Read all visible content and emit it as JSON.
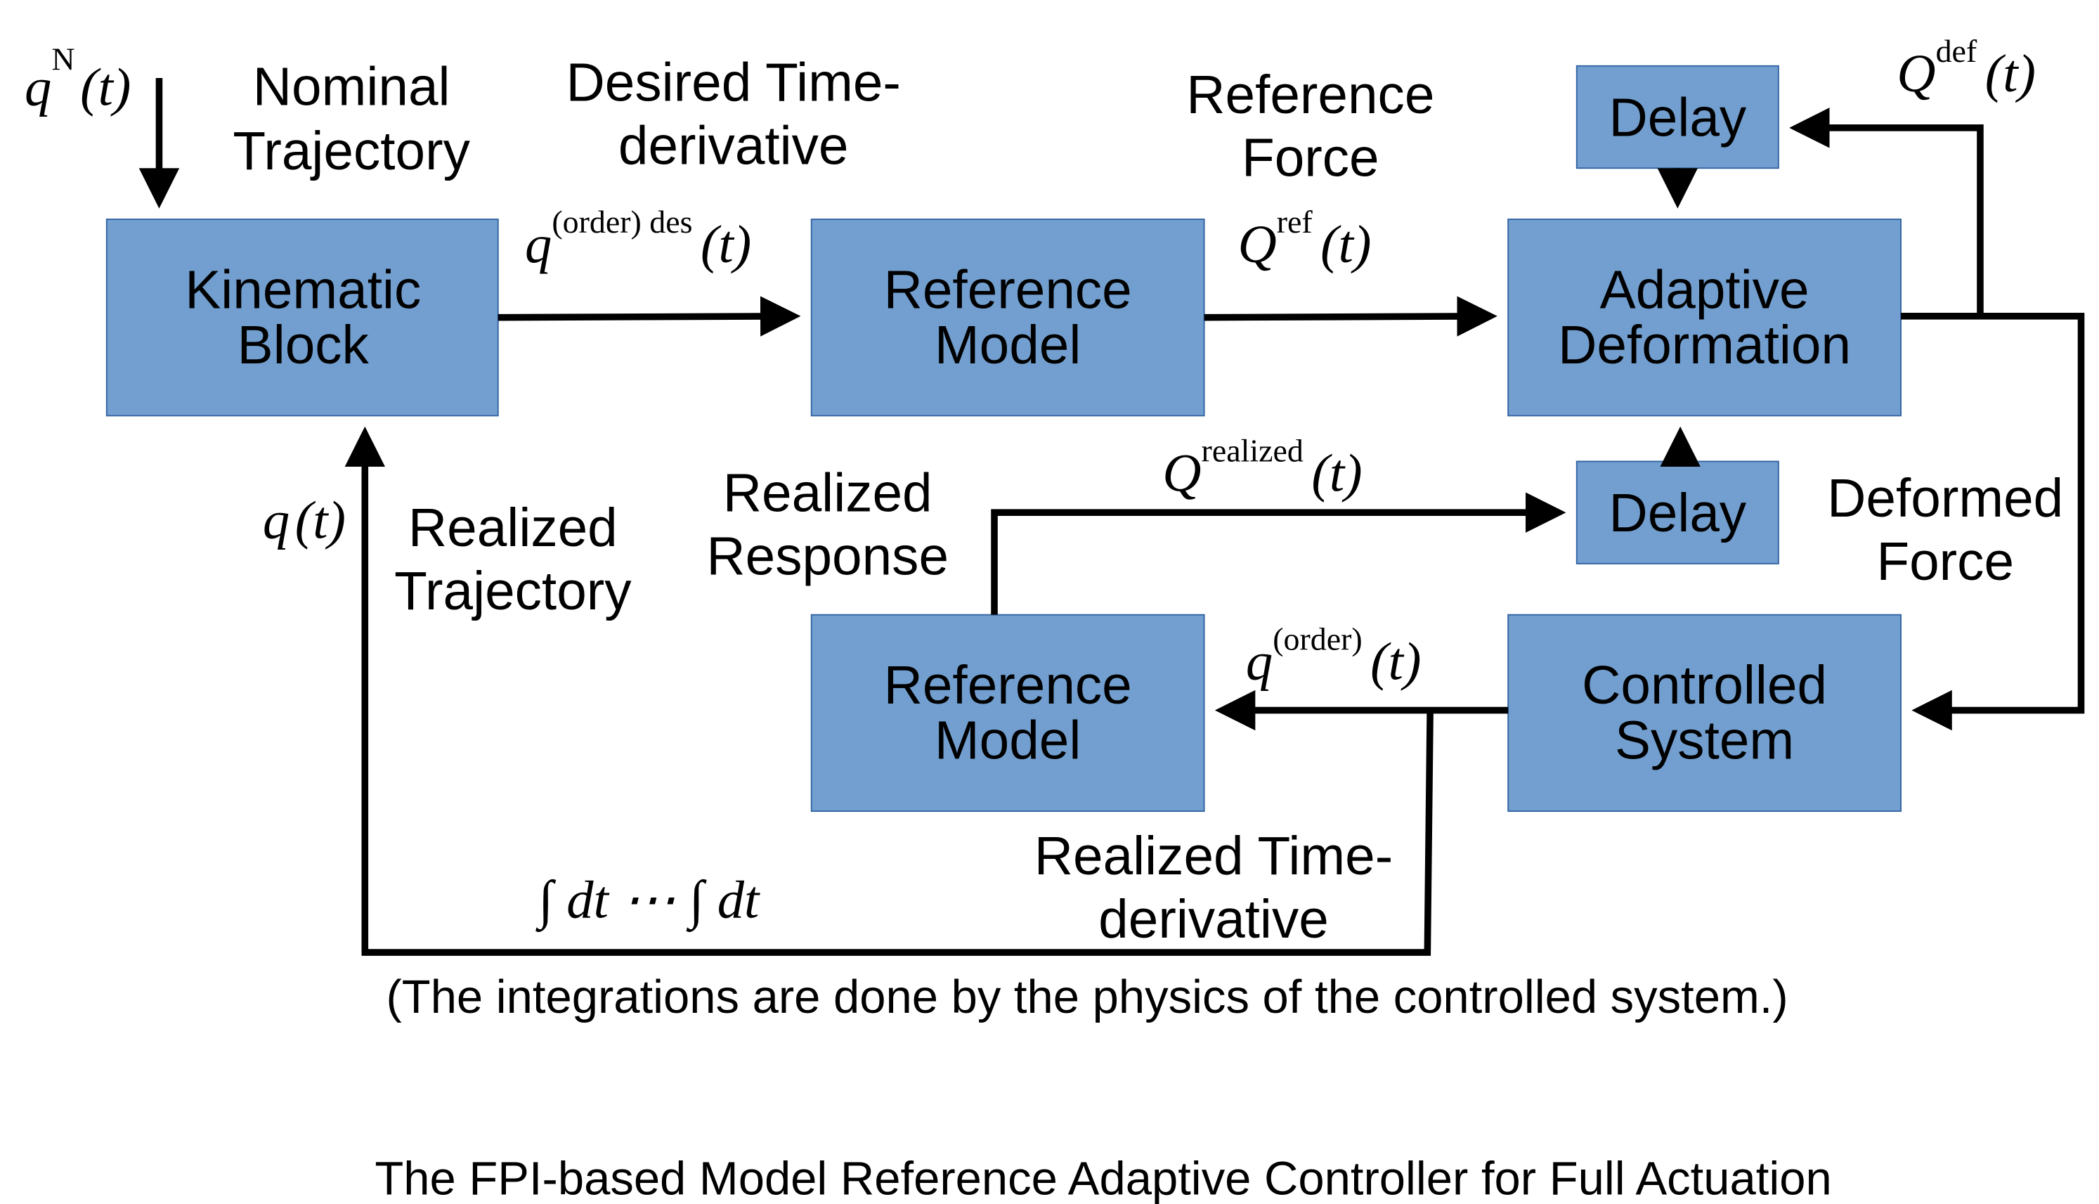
{
  "title": "The FPI-based Model Reference Adaptive Controller for Full Actuation",
  "note": "(The integrations are done by the physics of the controlled system.)",
  "blocks": {
    "kinematic": [
      "Kinematic",
      "Block"
    ],
    "reference_model_top": [
      "Reference",
      "Model"
    ],
    "adaptive": [
      "Adaptive",
      "Deformation"
    ],
    "delay_top": "Delay",
    "delay_bottom": "Delay",
    "reference_model_bottom": [
      "Reference",
      "Model"
    ],
    "controlled": [
      "Controlled",
      "System"
    ]
  },
  "labels": {
    "nominal": [
      "Nominal",
      "Trajectory"
    ],
    "desired": [
      "Desired Time-",
      "derivative"
    ],
    "ref_force": [
      "Reference",
      "Force"
    ],
    "realized_response": [
      "Realized",
      "Response"
    ],
    "realized_traj": [
      "Realized",
      "Trajectory"
    ],
    "deformed": [
      "Deformed",
      "Force"
    ],
    "realized_deriv": [
      "Realized Time-",
      "derivative"
    ]
  },
  "math": {
    "qN": {
      "base": "q",
      "sup": "N",
      "arg": "(t)"
    },
    "qdes": {
      "base": "q",
      "sup": "(order) des",
      "arg": "(t)"
    },
    "Qref": {
      "base": "Q",
      "sup": "ref",
      "arg": "(t)"
    },
    "Qdef": {
      "base": "Q",
      "sup": "def",
      "arg": "(t)"
    },
    "Qrealized": {
      "base": "Q",
      "sup": "realized",
      "arg": "(t)"
    },
    "qorder": {
      "base": "q",
      "sup": "(order)",
      "arg": "(t)"
    },
    "q": {
      "base": "q",
      "arg": "(t)"
    },
    "integral": "∫ dt ⋯ ∫ dt"
  },
  "colors": {
    "box_fill": "#729fcf",
    "box_stroke": "#3465a4"
  }
}
